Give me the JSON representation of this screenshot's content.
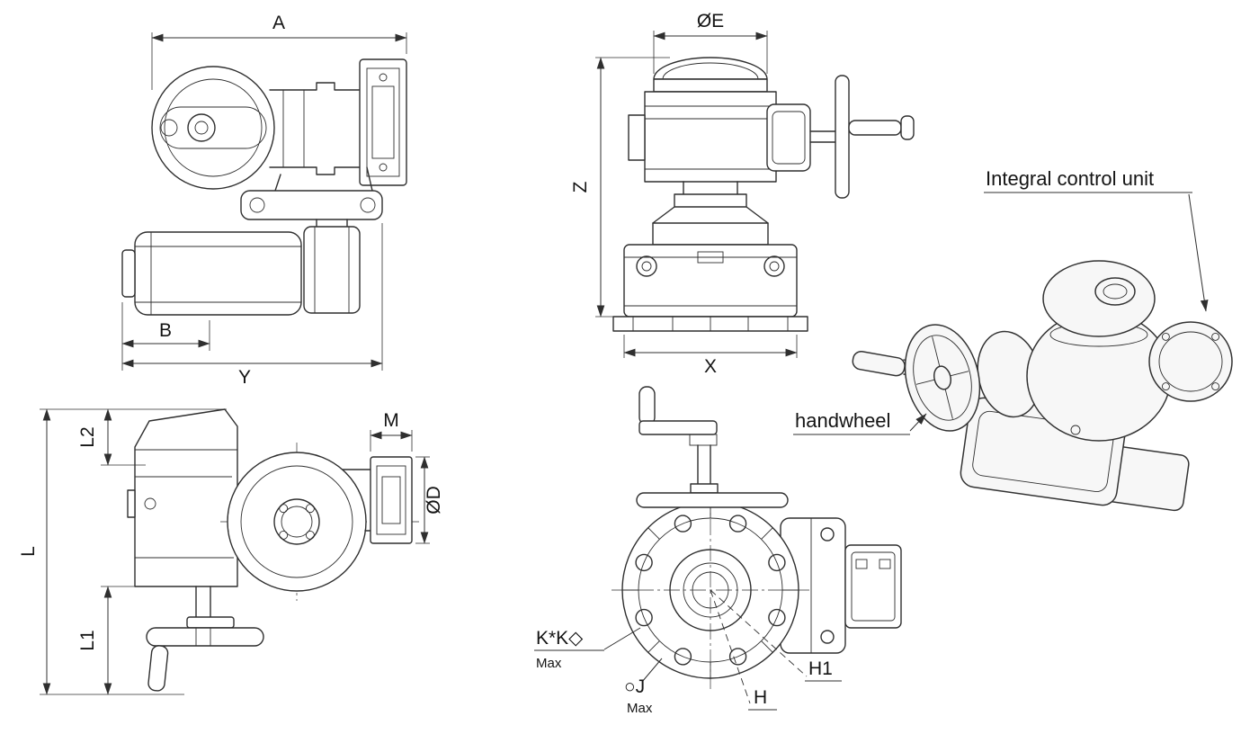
{
  "drawing": {
    "background": "#ffffff",
    "line_color": "#2f2f2f",
    "views": {
      "top": {
        "dims": {
          "a": "A",
          "b": "B",
          "y": "Y"
        }
      },
      "front": {
        "dims": {
          "oe": "ØE",
          "z": "Z",
          "x": "X"
        }
      },
      "side": {
        "dims": {
          "l": "L",
          "l1": "L1",
          "l2": "L2",
          "m": "M",
          "od": "ØD"
        }
      },
      "gearbox": {
        "dims": {
          "kk": "K*K◇",
          "kk_max": "Max",
          "j": "○J",
          "j_max": "Max",
          "h": "H",
          "h1": "H1"
        }
      },
      "isometric": {
        "callouts": {
          "control_unit": "Integral control unit",
          "handwheel": "handwheel"
        }
      }
    }
  }
}
